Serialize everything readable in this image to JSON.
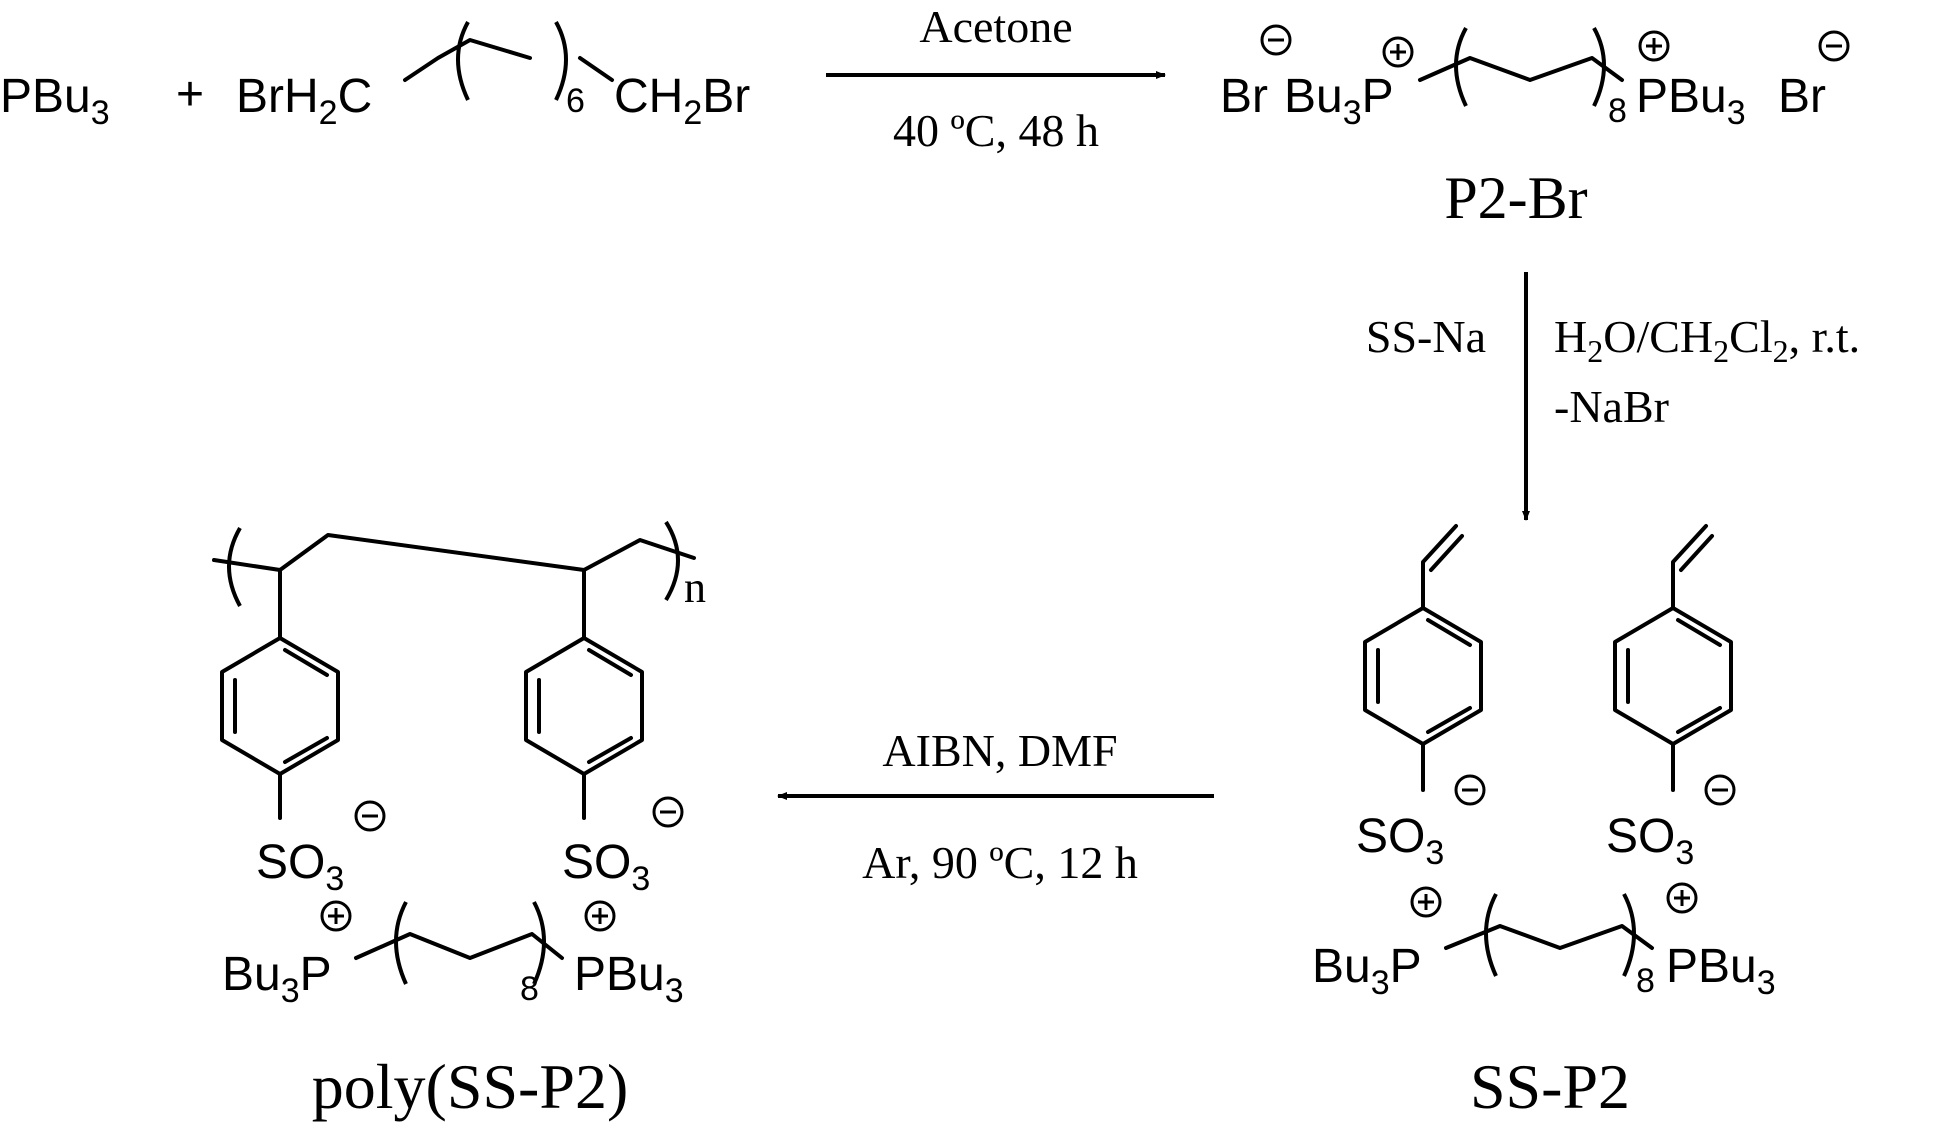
{
  "step1": {
    "reactant_pbu3": "PBu",
    "reactant_pbu3_sub": "3",
    "plus": "+",
    "dibromide_left": "BrH",
    "dibromide_left_sub": "2",
    "dibromide_left_c": "C",
    "dibromide_repeat": "6",
    "dibromide_right": "CH",
    "dibromide_right_sub": "2",
    "dibromide_right_br": "Br",
    "arrow_top": "Acetone",
    "arrow_bottom": "40 ºC, 48 h",
    "product_br_left": "Br",
    "product_bu3p_left": "Bu",
    "product_bu3p_left_sub": "3",
    "product_bu3p_left_p": "P",
    "product_repeat": "8",
    "product_pbu3_right": "PBu",
    "product_pbu3_right_sub": "3",
    "product_br_right": "Br",
    "product_name": "P2-Br"
  },
  "step2": {
    "arrow_left": "SS-Na",
    "arrow_right_line1_a": "H",
    "arrow_right_line1_b": "2",
    "arrow_right_line1_c": "O/CH",
    "arrow_right_line1_d": "2",
    "arrow_right_line1_e": "Cl",
    "arrow_right_line1_f": "2",
    "arrow_right_line1_g": ", r.t.",
    "arrow_right_line2": "-NaBr"
  },
  "monomer": {
    "so3": "SO",
    "so3_sub": "3",
    "bu3p": "Bu",
    "bu3p_sub": "3",
    "bu3p_p": "P",
    "repeat": "8",
    "pbu3": "PBu",
    "pbu3_sub": "3",
    "name": "SS-P2"
  },
  "step3": {
    "arrow_top": "AIBN, DMF",
    "arrow_bottom": "Ar, 90 ºC, 12 h"
  },
  "polymer": {
    "repeat_n": "n",
    "so3": "SO",
    "so3_sub": "3",
    "bu3p": "Bu",
    "bu3p_sub": "3",
    "bu3p_p": "P",
    "repeat": "8",
    "pbu3": "PBu",
    "pbu3_sub": "3",
    "name": "poly(SS-P2)"
  }
}
